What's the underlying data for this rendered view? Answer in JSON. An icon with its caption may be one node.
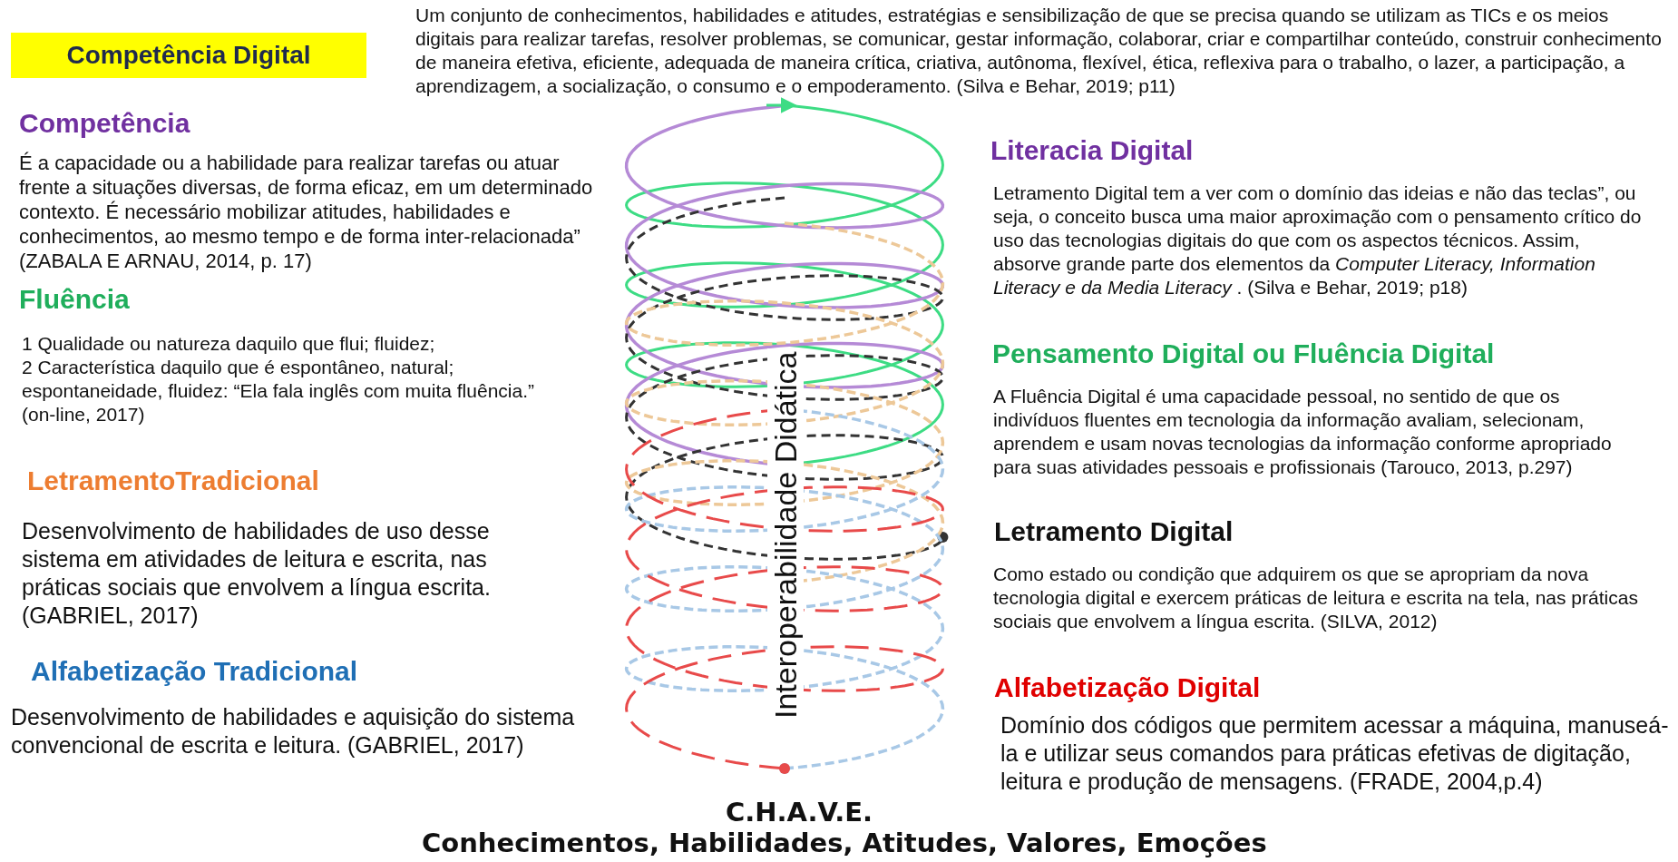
{
  "diagram": {
    "nodes": [
      {
        "text": [
          "Competência Digital"
        ]
      }
    ],
    "labels": [
      "Um conjunto de conhecimentos, habilidades e atitudes, estratégias e sensibilização de que se precisa quando se utilizam as TICs e os meios digitais para realizar tarefas, resolver problemas, se comunicar, gestar informação, colaborar, criar e compartilhar conteúdo, construir conhecimento de maneira efetiva, eficiente, adequada de maneira crítica, criativa, autônoma, flexível, ética, reflexiva para o trabalho, o lazer, a participação, a aprendizagem, a socialização, o consumo e o empoderamento. (Silva e Behar, 2019; p11)",
      "Competência",
      "É a capacidade ou a habilidade para realizar tarefas ou atuar frente a situações diversas, de forma eficaz, em um determinado contexto. É necessário mobilizar atitudes, habilidades e conhecimentos, ao mesmo tempo e de forma inter-relacionada” (ZABALA E ARNAU, 2014, p. 17)",
      "Fluência",
      "1 Qualidade ou natureza daquilo que flui; fluidez;",
      "2 Característica daquilo que é espontâneo, natural; espontaneidade, fluidez: “Ela fala inglês com muita fluência.” (on-line, 2017)",
      "LetramentoTradicional",
      "Desenvolvimento de habilidades de uso desse sistema em atividades de leitura e escrita, nas práticas sociais que envolvem a língua escrita. (GABRIEL, 2017)",
      "Alfabetização Tradicional",
      "Desenvolvimento de habilidades e aquisição do sistema convencional de escrita e leitura. (GABRIEL, 2017)",
      "Interoperabilidade Didática",
      "Literacia Digital",
      "Letramento Digital tem a ver com o domínio das ideias e não das teclas”, ou seja, o conceito busca uma maior aproximação com o pensamento crítico do uso das tecnologias digitais do que com os aspectos técnicos. Assim, absorve grande parte dos elementos da *Computer Literacy, Information Literacy e da Media Literacy* . (Silva e Behar, 2019; p18)",
      "Pensamento Digital ou Fluência Digital",
      "A Fluência Digital é uma capacidade pessoal, no sentido de que os indivíduos fluentes em tecnologia da informação avaliam, selecionam, aprendem e usam novas tecnologias da informação conforme apropriado para suas atividades pessoais e profissionais (Tarouco, 2013, p.297)",
      "Letramento Digital",
      "Como estado ou condição que adquirem os que se apropriam da nova tecnologia digital e exercem práticas de leitura e escrita na tela, nas práticas sociais que envolvem a língua escrita. (SILVA, 2012)",
      "Alfabetização Digital",
      "Domínio dos códigos que permitem acessar a máquina, manuseá-la e utilizar seus comandos para práticas efetivas de digitação, leitura e produção de mensagens. (FRADE, 2004,p.4)",
      "C.H.A.V.E.",
      "Conhecimentos, Habilidades, Atitudes, Valores, Emoções"
    ]
  }
}
